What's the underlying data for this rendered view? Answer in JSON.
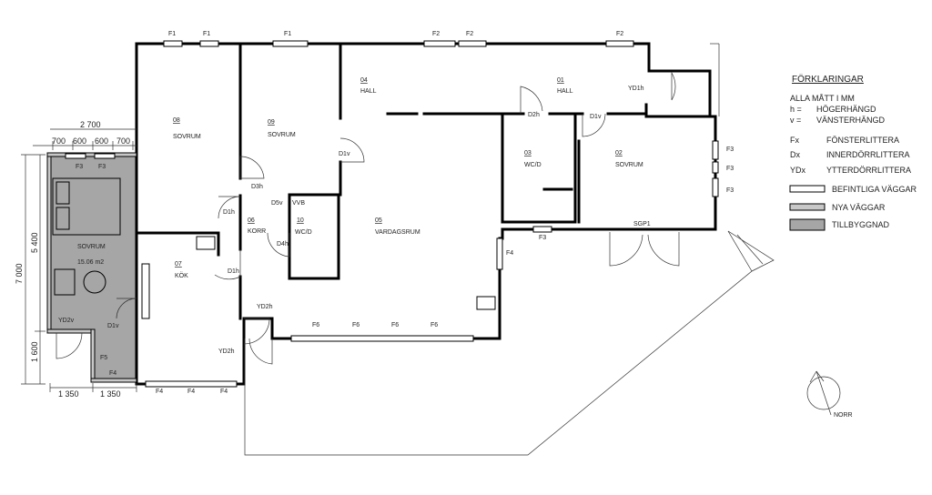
{
  "rooms": {
    "r01": {
      "num": "01",
      "name": "HALL"
    },
    "r02": {
      "num": "02",
      "name": "SOVRUM"
    },
    "r03": {
      "num": "03",
      "name": "WC/D"
    },
    "r04": {
      "num": "04",
      "name": "HALL"
    },
    "r05": {
      "num": "05",
      "name": "VARDAGSRUM"
    },
    "r06": {
      "num": "06",
      "name": "KORR"
    },
    "r07": {
      "num": "07",
      "name": "KÖK"
    },
    "r08": {
      "num": "08",
      "name": "SOVRUM"
    },
    "r09": {
      "num": "09",
      "name": "SOVRUM"
    },
    "r10": {
      "num": "10",
      "name": "WC/D"
    },
    "new": {
      "name": "SOVRUM",
      "area": "15.06 m2"
    }
  },
  "windows": {
    "f1a": "F1",
    "f1b": "F1",
    "f1c": "F1",
    "f2a": "F2",
    "f2b": "F2",
    "f2c": "F2",
    "f3a": "F3",
    "f3b": "F3",
    "f3c": "F3",
    "f3d": "F3",
    "f3e": "F3",
    "f3f": "F3",
    "f4a": "F4",
    "f4b": "F4",
    "f4c": "F4",
    "f4d": "F4",
    "f4e": "F4",
    "f5": "F5",
    "f6a": "F6",
    "f6b": "F6",
    "f6c": "F6",
    "f6d": "F6",
    "sgp1": "SGP1"
  },
  "doors": {
    "yd1h": "YD1h",
    "d1v_a": "D1v",
    "d2h": "D2h",
    "d1v_b": "D1v",
    "d3h": "D3h",
    "d5v": "D5v",
    "vvb": "VVB",
    "d1h_a": "D1h",
    "d4h": "D4h",
    "d1h_b": "D1h",
    "yd2h_a": "YD2h",
    "yd2h_b": "YD2h",
    "yd2v": "YD2v",
    "d1v_c": "D1v"
  },
  "dimensions": {
    "top_total": "2 700",
    "top_parts": [
      "700",
      "600",
      "600",
      "700"
    ],
    "left_total": "7 000",
    "left_upper": "5 400",
    "left_lower": "1 600",
    "bottom_parts": [
      "1 350",
      "1 350"
    ]
  },
  "legend": {
    "title": "FÖRKLARINGAR",
    "units": "ALLA MÅTT I MM",
    "h_key": "h =",
    "h_val": "HÖGERHÄNGD",
    "v_key": "v =",
    "v_val": "VÄNSTERHÄNGD",
    "fx_key": "Fx",
    "fx_val": "FÖNSTERLITTERA",
    "dx_key": "Dx",
    "dx_val": "INNERDÖRRLITTERA",
    "ydx_key": "YDx",
    "ydx_val": "YTTERDÖRRLITTERA",
    "existing": "BEFINTLIGA VÄGGAR",
    "new_walls": "NYA VÄGGAR",
    "extension": "TILLBYGGNAD"
  },
  "north": "NORR",
  "colors": {
    "extension_fill": "#a6a6a6",
    "new_wall_fill": "#c8c8c8",
    "wall": "#000000"
  }
}
